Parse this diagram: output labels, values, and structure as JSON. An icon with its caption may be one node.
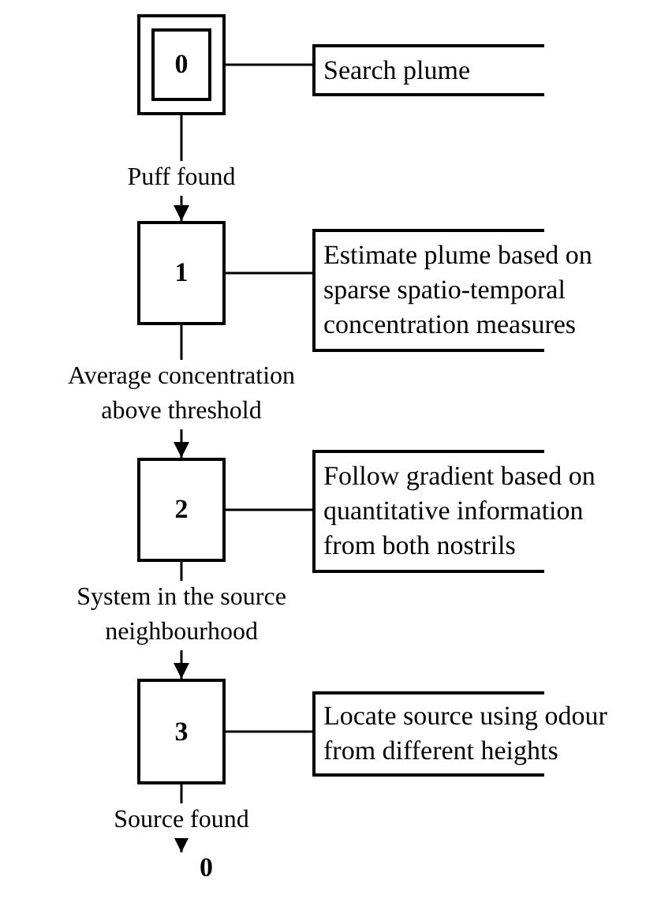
{
  "diagram": {
    "nodes": [
      {
        "text": [
          "0"
        ]
      },
      {
        "text": [
          "Search plume"
        ]
      },
      {
        "text": [
          "1"
        ]
      },
      {
        "text": [
          "Estimate plume based on sparse spatio-temporal concentration measures"
        ]
      },
      {
        "text": [
          "2"
        ]
      },
      {
        "text": [
          "Follow gradient based on quantitative information from both nostrils"
        ]
      },
      {
        "text": [
          "3"
        ]
      },
      {
        "text": [
          "Locate source using odour from different heights"
        ]
      },
      {
        "text": [
          "0"
        ]
      }
    ],
    "edges": [
      {
        "from": 0,
        "to": 1,
        "arrow": "none"
      },
      {
        "from": 0,
        "to": 2,
        "arrow": "to",
        "label": "Puff found"
      },
      {
        "from": 2,
        "to": 3,
        "arrow": "none"
      },
      {
        "from": 2,
        "to": 4,
        "arrow": "to",
        "label": "Average concentration above threshold"
      },
      {
        "from": 4,
        "to": 5,
        "arrow": "none"
      },
      {
        "from": 4,
        "to": 6,
        "arrow": "to",
        "label": "System in the source neighbourhood"
      },
      {
        "from": 6,
        "to": 7,
        "arrow": "none"
      },
      {
        "from": 6,
        "to": 8,
        "arrow": "to",
        "label": "Source found"
      }
    ]
  }
}
